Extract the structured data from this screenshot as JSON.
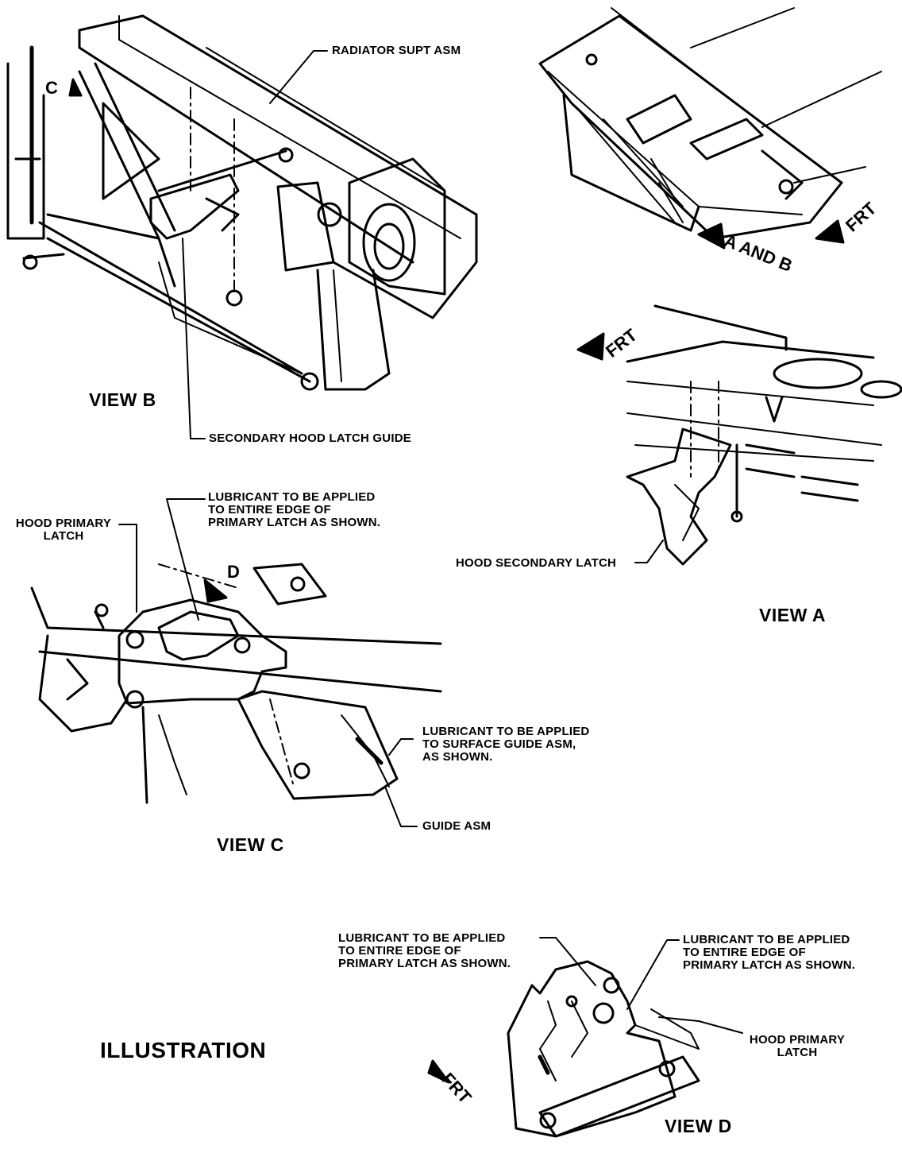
{
  "labels": {
    "radiator_support": "RADIATOR SUPT ASM",
    "secondary_guide": "SECONDARY HOOD LATCH GUIDE",
    "lube_primary_c": "LUBRICANT TO BE APPLIED\nTO ENTIRE EDGE OF\nPRIMARY LATCH AS SHOWN.",
    "hood_primary_latch_c": "HOOD PRIMARY\nLATCH",
    "lube_guide": "LUBRICANT TO BE APPLIED\nTO SURFACE GUIDE ASM,\nAS SHOWN.",
    "guide_asm": "GUIDE ASM",
    "hood_secondary_latch": "HOOD SECONDARY LATCH",
    "lube_d_left": "LUBRICANT TO BE APPLIED\nTO ENTIRE EDGE OF\nPRIMARY LATCH AS SHOWN.",
    "lube_d_right": "LUBRICANT TO BE APPLIED\nTO ENTIRE EDGE OF\nPRIMARY LATCH AS SHOWN.",
    "hood_primary_latch_d": "HOOD PRIMARY\nLATCH"
  },
  "views": {
    "view_b": "VIEW B",
    "view_a": "VIEW A",
    "view_c": "VIEW C",
    "view_d": "VIEW D",
    "illustration": "ILLUSTRATION"
  },
  "markers": {
    "c": "C",
    "d": "D",
    "a_and_b": "A AND B",
    "frt": "FRT"
  },
  "icons": [
    "arrow-icon"
  ]
}
